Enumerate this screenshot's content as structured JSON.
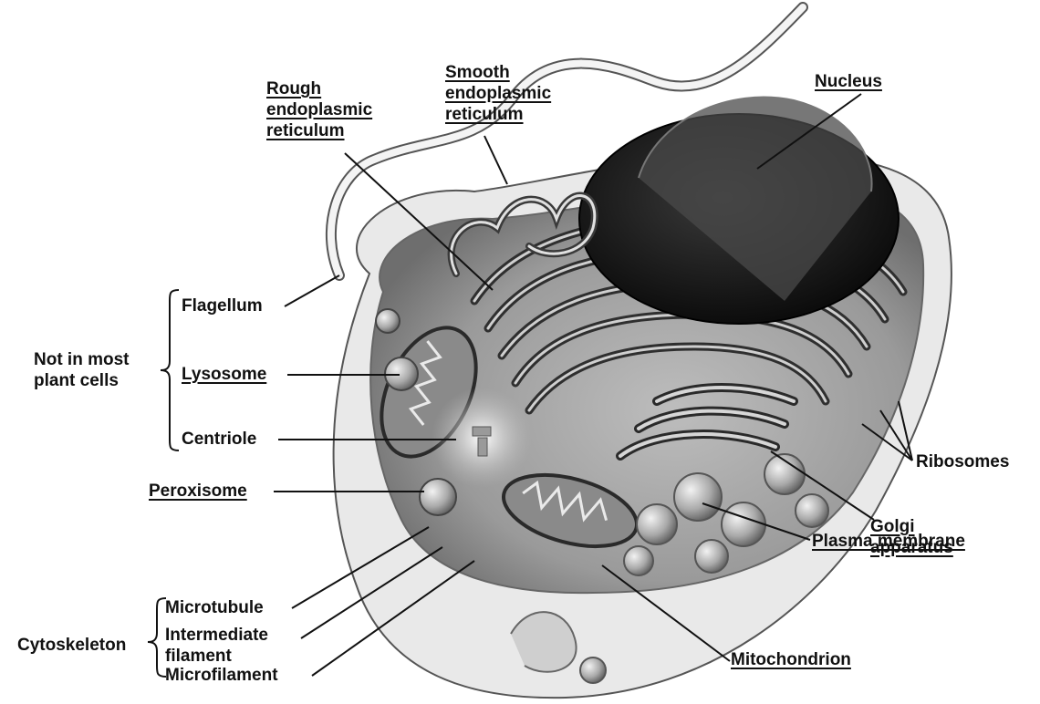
{
  "labels": {
    "rough_er": [
      "Rough",
      "endoplasmic",
      "reticulum"
    ],
    "smooth_er": [
      "Smooth",
      "endoplasmic",
      "reticulum"
    ],
    "nucleus": "Nucleus",
    "flagellum": "Flagellum",
    "lysosome": "Lysosome",
    "centriole": "Centriole",
    "peroxisome": "Peroxisome",
    "microtubule": "Microtubule",
    "intermediate_filament": [
      "Intermediate",
      "filament"
    ],
    "microfilament": "Microfilament",
    "ribosomes": "Ribosomes",
    "golgi": [
      "Golgi",
      "apparatus"
    ],
    "plasma_membrane": "Plasma membrane",
    "mitochondrion": "Mitochondrion"
  },
  "groups": {
    "not_in_plant": [
      "Not in most",
      "plant cells"
    ],
    "cytoskeleton": "Cytoskeleton"
  },
  "colors": {
    "ink": "#111111",
    "cell_body": "#d9d9d9",
    "membrane": "#efefef",
    "nucleus": "#1a1a1a",
    "er": "#3a3a3a",
    "organelle": "#8a8a8a"
  }
}
